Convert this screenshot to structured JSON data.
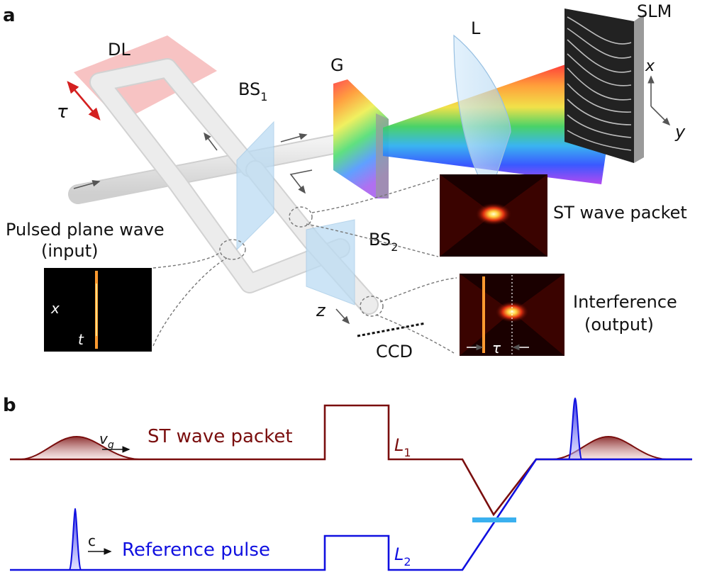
{
  "panel_a": {
    "letter": "a",
    "labels": {
      "dl": "DL",
      "tau": "τ",
      "bs1": "BS",
      "bs1_sub": "1",
      "bs2": "BS",
      "bs2_sub": "2",
      "g": "G",
      "l": "L",
      "slm": "SLM",
      "axis_x": "x",
      "axis_y": "y",
      "z": "z",
      "ccd": "CCD",
      "input_line1": "Pulsed plane wave",
      "input_line2": "(input)",
      "inset_x": "x",
      "inset_t": "t",
      "st_wave_packet": "ST wave packet",
      "interference_line1": "Interference",
      "interference_line2": "(output)",
      "tau_inset": "τ"
    },
    "colors": {
      "dl_plate": "#f6b9b9",
      "tau_arrow": "#d42020",
      "beam": "#e4e4e4",
      "beamsplitter": "#bcdcf3",
      "inset_bg": "#000000"
    }
  },
  "panel_b": {
    "letter": "b",
    "labels": {
      "vg_v": "v",
      "vg_sub": "g",
      "st_label": "ST wave packet",
      "l1": "L",
      "l1_sub": "1",
      "c": "c",
      "ref_label": "Reference pulse",
      "l2": "L",
      "l2_sub": "2"
    },
    "colors": {
      "st_path": "#7a0e0e",
      "ref_path": "#1010e0",
      "detector_bar": "#3ab0ef"
    }
  }
}
